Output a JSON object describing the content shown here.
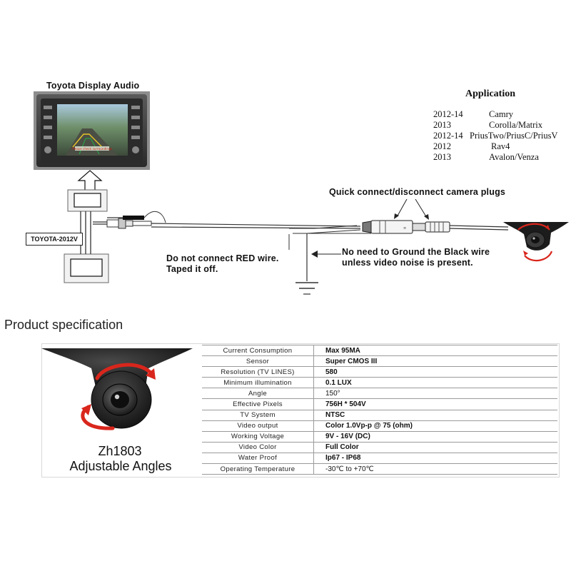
{
  "diagram": {
    "display_title": "Toyota Display Audio",
    "harness_label": "TOYOTA-2012V",
    "plugs_label": "Quick connect/disconnect camera plugs",
    "red_wire_note": [
      "Do not connect RED wire.",
      "Taped it off."
    ],
    "ground_note": [
      "No need to Ground the Black wire",
      "unless video noise is present."
    ],
    "screen_text": "Please check surroundings"
  },
  "application": {
    "title": "Application",
    "rows": [
      {
        "year": "2012-14",
        "model": "Camry"
      },
      {
        "year": "2013",
        "model": "Corolla/Matrix"
      },
      {
        "year": "2012-14",
        "model": "PriusTwo/PriusC/PriusV"
      },
      {
        "year": "2012",
        "model": "Rav4"
      },
      {
        "year": "2013",
        "model": "Avalon/Venza"
      }
    ]
  },
  "spec": {
    "heading": "Product specification",
    "model": "Zh1803",
    "caption": "Adjustable Angles",
    "rows": [
      {
        "label": "Current Consumption",
        "value": "Max 95MA"
      },
      {
        "label": "Sensor",
        "value": "Super CMOS III"
      },
      {
        "label": "Resolution (TV LINES)",
        "value": "580"
      },
      {
        "label": "Minimum illumination",
        "value": "0.1 LUX"
      },
      {
        "label": "Angle",
        "value": "150°"
      },
      {
        "label": "Effective Pixels",
        "value": "756H * 504V"
      },
      {
        "label": "TV System",
        "value": "NTSC"
      },
      {
        "label": "Video output",
        "value": "Color 1.0Vp-p @ 75 (ohm)"
      },
      {
        "label": "Working Voltage",
        "value": "9V - 16V (DC)"
      },
      {
        "label": "Video Color",
        "value": "Full Color"
      },
      {
        "label": "Water Proof",
        "value": "Ip67 - IP68"
      },
      {
        "label": "Operating Temperature",
        "value": "-30℃ to +70℃"
      }
    ]
  },
  "colors": {
    "arrow_red": "#d9261c",
    "screen_green": "#2f7f3a",
    "camera_body": "#1c1c1c",
    "wire": "#3a3a3a"
  }
}
